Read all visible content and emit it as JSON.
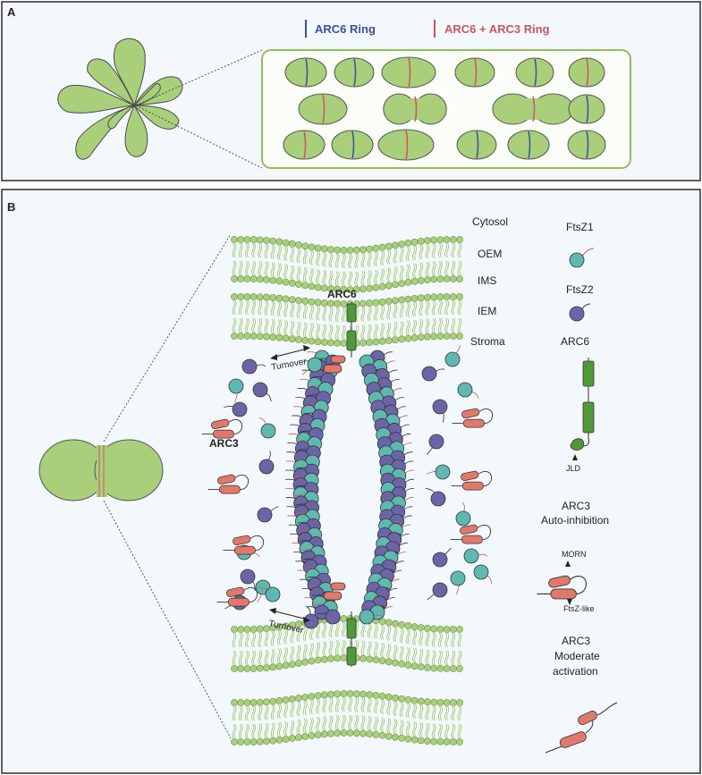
{
  "panel_a": {
    "label": "A",
    "legend": {
      "arc6_ring": "ARC6 Ring",
      "arc6_arc3_ring": "ARC6 + ARC3 Ring"
    }
  },
  "panel_b": {
    "label": "B",
    "compartments": {
      "cytosol": "Cytosol",
      "oem": "OEM",
      "ims": "IMS",
      "iem": "IEM",
      "stroma": "Stroma"
    },
    "labels": {
      "arc6": "ARC6",
      "arc3": "ARC3",
      "turnover_top": "Turnover",
      "turnover_bottom": "Turnover"
    },
    "legend": {
      "ftsz1": "FtsZ1",
      "ftsz2": "FtsZ2",
      "arc6": "ARC6",
      "jld": "JLD",
      "arc3_autoinhibition_line1": "ARC3",
      "arc3_autoinhibition_line2": "Auto-inhibition",
      "morn": "MORN",
      "ftsz_like": "FtsZ-like",
      "arc3_moderate_line1": "ARC3",
      "arc3_moderate_line2": "Moderate",
      "arc3_moderate_line3": "activation"
    }
  },
  "colors": {
    "leaf_green": "#a9cf7b",
    "ftsz1_teal": "#5fb9b0",
    "ftsz2_purple": "#6b65a8",
    "arc6_green": "#4f9a36",
    "arc3_salmon": "#e0796b",
    "arc6_ring_blue": "#3b4f9c",
    "arc3_ring_red": "#c9565f",
    "membrane_head": "#a9cf7b"
  }
}
